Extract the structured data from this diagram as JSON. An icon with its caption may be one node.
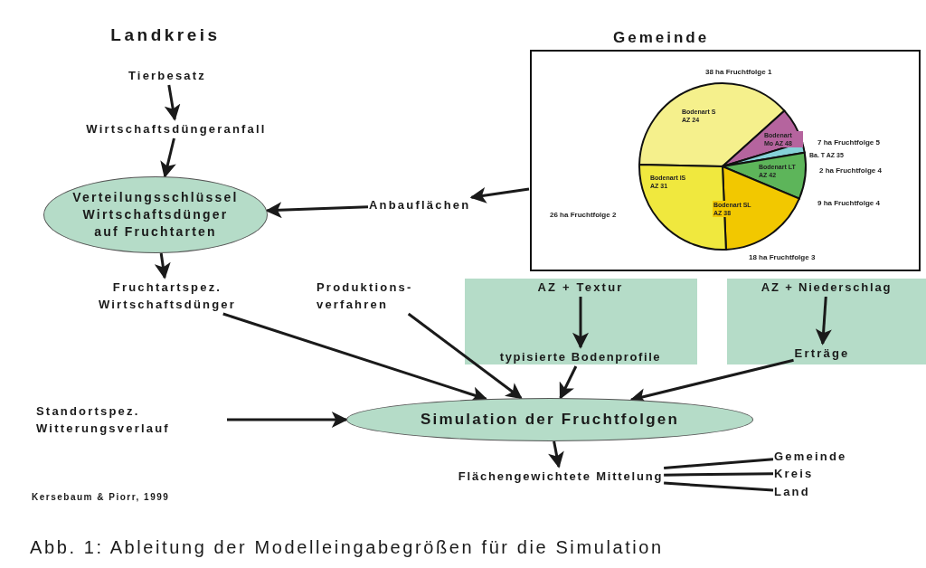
{
  "diagram": {
    "caption": "Abb. 1: Ableitung der Modelleingabegrößen für die Simulation",
    "nodes": [
      {
        "text": [
          "Tierbesatz"
        ]
      },
      {
        "text": [
          "Wirtschaftsdüngeranfall"
        ]
      },
      {
        "text": [
          "Verteilungsschlüssel Wirtschaftsdünger auf Fruchtarten"
        ]
      },
      {
        "text": [
          "Anbauflächen"
        ]
      },
      {
        "text": [
          "Gemeinde"
        ]
      },
      {
        "text": [
          "Fruchtartspez. Wirtschaftsdünger"
        ]
      },
      {
        "text": [
          "Produktions- verfahren"
        ]
      },
      {
        "text": [],
        "shape": "box"
      },
      {
        "text": [
          "AZ + Textur"
        ],
        "in": 7
      },
      {
        "text": [
          "typisierte Bodenprofile"
        ],
        "in": 7
      },
      {
        "text": [],
        "shape": "box"
      },
      {
        "text": [
          "AZ + Niederschlag"
        ],
        "in": 10
      },
      {
        "text": [
          "Erträge"
        ],
        "in": 10
      },
      {
        "text": [
          "Standortspez. Witterungsverlauf"
        ]
      },
      {
        "text": [
          "Simulation der Fruchtfolgen"
        ]
      },
      {
        "text": [
          "Flächengewichtete Mittelung"
        ]
      },
      {
        "text": [
          "Gemeinde"
        ]
      },
      {
        "text": [
          "Kreis"
        ]
      },
      {
        "text": [
          "Land"
        ]
      }
    ],
    "edges": [
      {
        "from": 0,
        "to": 1,
        "arrow": "to"
      },
      {
        "from": 1,
        "to": 2,
        "arrow": "to"
      },
      {
        "from": 4,
        "to": 3,
        "arrow": "to"
      },
      {
        "from": 3,
        "to": 2,
        "arrow": "to"
      },
      {
        "from": 2,
        "to": 5,
        "arrow": "to"
      },
      {
        "from": 5,
        "to": 14,
        "arrow": "to"
      },
      {
        "from": 6,
        "to": 14,
        "arrow": "to"
      },
      {
        "from": 8,
        "to": 9,
        "arrow": "to"
      },
      {
        "from": 11,
        "to": 12,
        "arrow": "to"
      },
      {
        "from": 9,
        "to": 14,
        "arrow": "to"
      },
      {
        "from": 12,
        "to": 14,
        "arrow": "to"
      },
      {
        "from": 13,
        "to": 14,
        "arrow": "to"
      },
      {
        "from": 14,
        "to": 15,
        "arrow": "to"
      },
      {
        "from": 15,
        "to": 16,
        "arrow": "none"
      },
      {
        "from": 15,
        "to": 17,
        "arrow": "none"
      },
      {
        "from": 15,
        "to": 18,
        "arrow": "none"
      }
    ],
    "labels": [
      "Landkreis",
      "Kersebaum & Piorr, 1999"
    ],
    "chart_data": {
      "type": "pie",
      "categories": [
        "Bodenart S AZ 24",
        "Bodenart Mo AZ 48",
        "Ba. T AZ 35",
        "Bodenart LT AZ 42",
        "Bodenart SL AZ 38",
        "Bodenart lS AZ 31"
      ],
      "series": [
        {
          "colors": [
            "#f5f08c",
            "#b5649e",
            "#86d2d8",
            "#5db55a",
            "#f2c800",
            "#f0e83e"
          ],
          "values": [
            38,
            7,
            2,
            9,
            18,
            26
          ]
        }
      ],
      "annotations": [
        "38 ha Fruchtfolge 1",
        "7 ha Fruchtfolge 5",
        "2 ha Fruchtfolge 4",
        "9 ha Fruchtfolge 4",
        "18 ha Fruchtfolge 3",
        "26 ha Fruchtfolge 2"
      ]
    }
  }
}
